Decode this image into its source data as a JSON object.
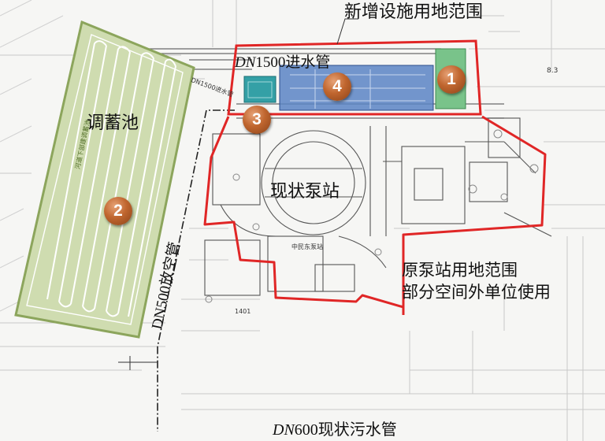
{
  "labels": {
    "new_land_boundary": "新增设施用地范围",
    "inlet_pipe_prefix": "DN",
    "inlet_pipe_rest": "1500进水管",
    "storage_tank": "调蓄池",
    "existing_pump_station": "现状泵站",
    "drain_pipe": "DN500放空管",
    "original_land_line1": "原泵站用地范围",
    "original_land_line2": "部分空间外单位使用",
    "sewer_pipe_prefix": "DN",
    "sewer_pipe_rest": "600现状污水管"
  },
  "markers": [
    "1",
    "2",
    "3",
    "4"
  ],
  "cad_text": {
    "tank_note": "河道下部建调蓄池",
    "pipe_note": "DN1500进水管",
    "pump_room": "中民东泵站",
    "elev": "1401",
    "bldg": "8.3"
  },
  "colors": {
    "tank_fill": "#cfdcb0",
    "tank_border": "#8ca55c",
    "blue_fill": "#5b84c4",
    "green_fill": "#79c38a",
    "red_line": "#e02626",
    "badge": "#b65c26"
  }
}
